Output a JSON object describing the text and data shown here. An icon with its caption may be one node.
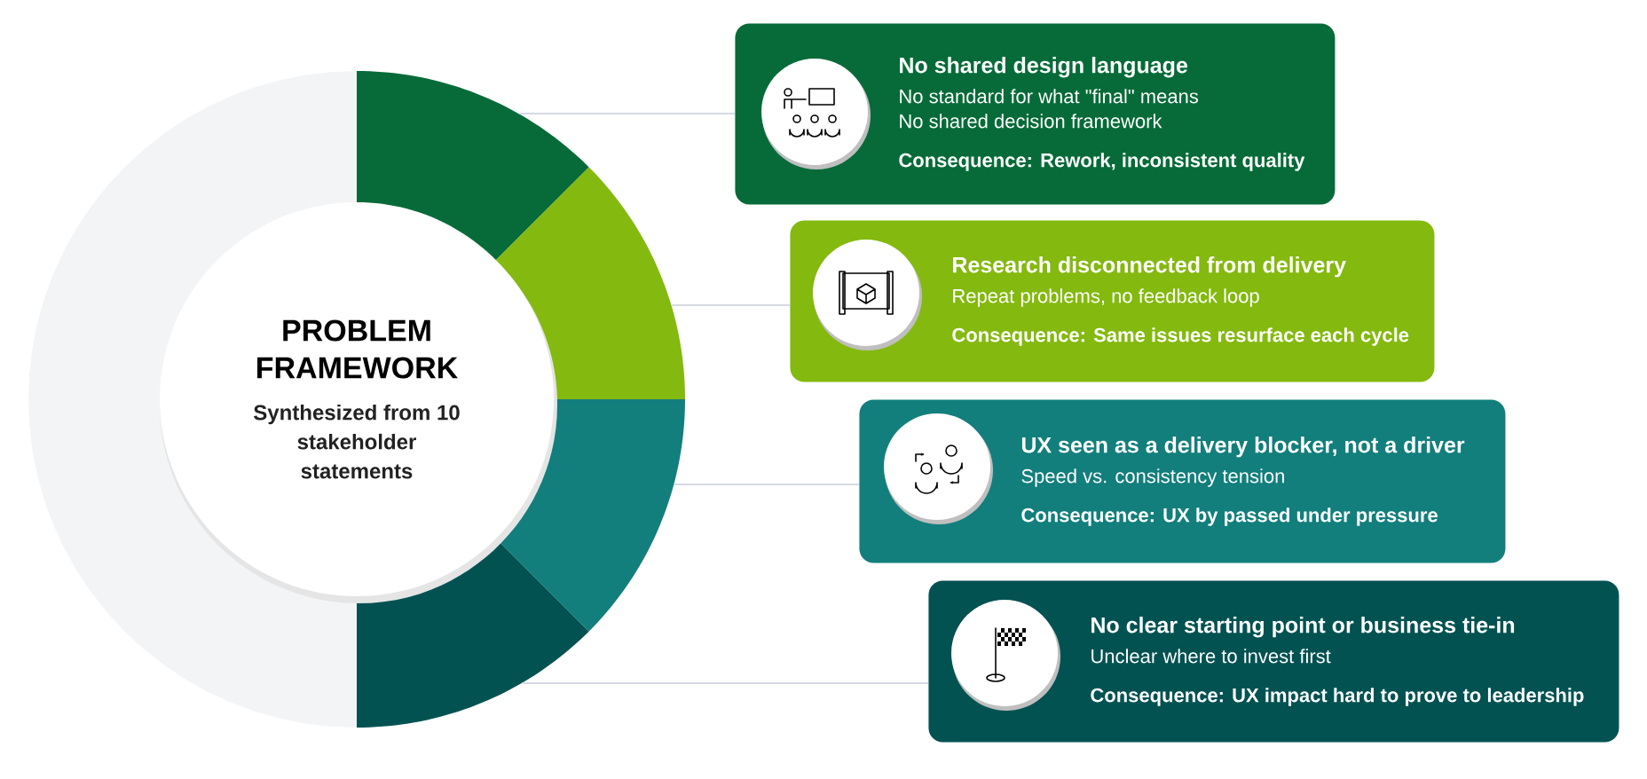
{
  "diagram": {
    "nodes": [
      {
        "text": [
          "PROBLEM FRAMEWORK",
          "Synthesized from 10 stakeholder statements"
        ]
      },
      {
        "text": [],
        "shape": "segment"
      },
      {
        "text": [],
        "shape": "segment"
      },
      {
        "text": [],
        "shape": "segment"
      },
      {
        "text": [],
        "shape": "segment"
      },
      {
        "text": [
          "No shared design language",
          "No standard for what \"final\" means",
          "No shared decision framework",
          "Consequence: Rework, inconsistent quality"
        ]
      },
      {
        "text": [
          "Research disconnected from delivery",
          "Repeat problems, no feedback loop",
          "Consequence: Same issues resurface each cycle"
        ]
      },
      {
        "text": [
          "UX seen as a delivery blocker, not a driver",
          "Speed vs. consistency tension",
          "Consequence: UX by passed under pressure"
        ]
      },
      {
        "text": [
          "No clear starting point or business tie-in",
          "Unclear where to invest first",
          "Consequence: UX impact hard to prove to leadership"
        ]
      }
    ],
    "edges": [
      {
        "from": 1,
        "to": 5,
        "arrow": "none"
      },
      {
        "from": 2,
        "to": 6,
        "arrow": "none"
      },
      {
        "from": 3,
        "to": 7,
        "arrow": "none"
      },
      {
        "from": 4,
        "to": 8,
        "arrow": "none"
      }
    ]
  }
}
